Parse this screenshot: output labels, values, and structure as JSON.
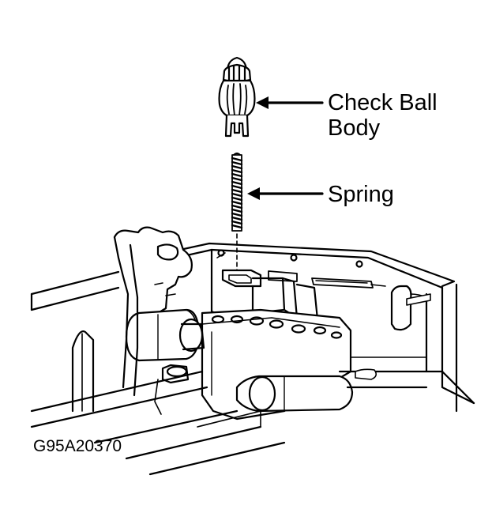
{
  "labels": {
    "check_ball_body": [
      "Check Ball",
      "Body"
    ],
    "spring": "Spring"
  },
  "figure_id": "G95A20370",
  "colors": {
    "ink": "#000000",
    "paper": "#ffffff"
  }
}
